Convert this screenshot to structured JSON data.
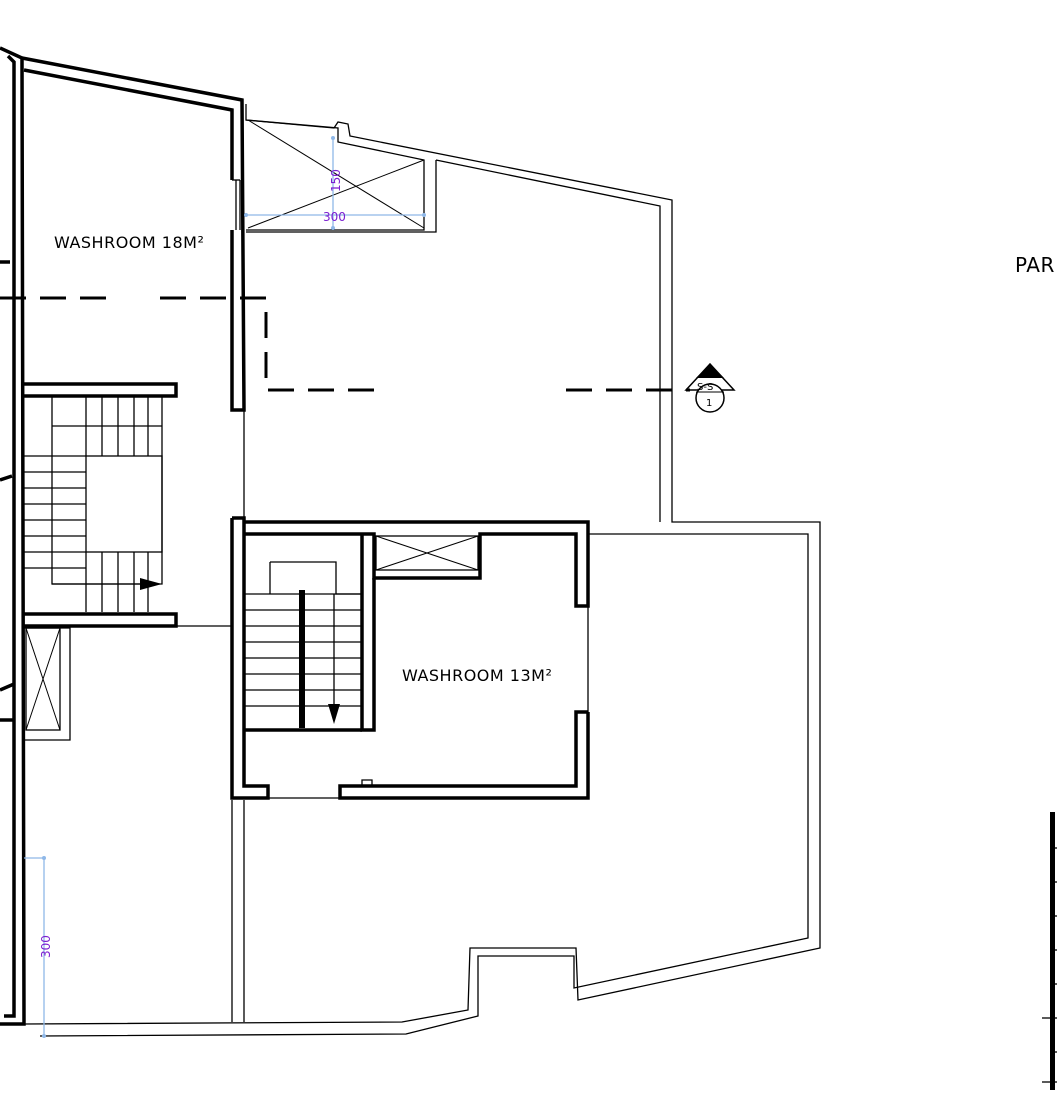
{
  "rooms": {
    "washroom_upper": "WASHROOM 18M²",
    "washroom_lower": "WASHROOM 13M²"
  },
  "partial_label": "PAR",
  "dimensions": {
    "shaft_width": "300",
    "shaft_depth": "150",
    "left_opening": "300"
  },
  "section_marker": {
    "name": "S-S",
    "number": "1"
  },
  "colors": {
    "dimension_line": "#8fb8e8",
    "dimension_text": "#7b1fd1"
  }
}
